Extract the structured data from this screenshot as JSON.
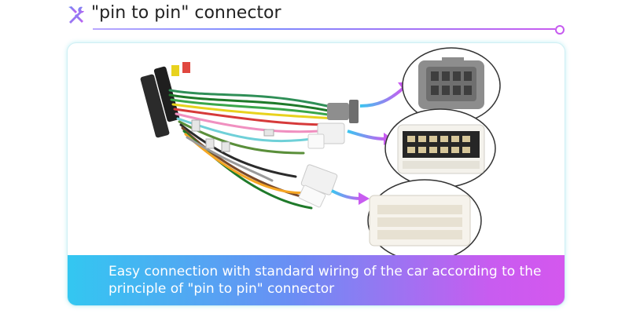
{
  "header": {
    "title": "\"pin to pin\" connector",
    "icon": "tools-icon",
    "accent_colors": [
      "#33c7f1",
      "#7a8cff",
      "#c85cf0"
    ]
  },
  "caption": {
    "line1": "Easy connection with standard wiring of the car according to the",
    "line2": "principle of \"pin to pin\" connector"
  }
}
